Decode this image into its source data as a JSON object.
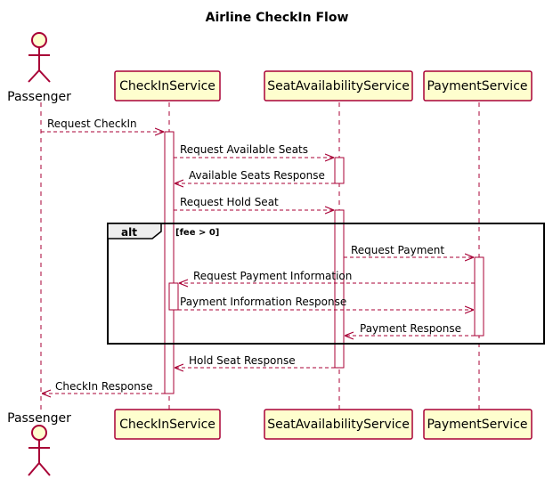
{
  "diagram": {
    "title": "Airline CheckIn Flow",
    "colors": {
      "line": "#A80036",
      "participant_fill": "#FEFECE",
      "frame_stroke": "#000000",
      "alt_tab_fill": "#EEEEEE",
      "activation_fill": "#FFFFFF"
    },
    "actor": {
      "name": "Passenger",
      "icon": "stick-figure-icon"
    },
    "participants": [
      {
        "name": "CheckInService"
      },
      {
        "name": "SeatAvailabilityService"
      },
      {
        "name": "PaymentService"
      }
    ],
    "alt": {
      "label": "alt",
      "guard": "[fee > 0]"
    },
    "messages": [
      {
        "label": "Request CheckIn",
        "from": "Passenger",
        "to": "CheckInService"
      },
      {
        "label": "Request Available Seats",
        "from": "CheckInService",
        "to": "SeatAvailabilityService"
      },
      {
        "label": "Available Seats Response",
        "from": "SeatAvailabilityService",
        "to": "CheckInService"
      },
      {
        "label": "Request Hold Seat",
        "from": "CheckInService",
        "to": "SeatAvailabilityService"
      },
      {
        "label": "Request Payment",
        "from": "SeatAvailabilityService",
        "to": "PaymentService"
      },
      {
        "label": "Request Payment Information",
        "from": "PaymentService",
        "to": "CheckInService"
      },
      {
        "label": "Payment Information Response",
        "from": "CheckInService",
        "to": "PaymentService"
      },
      {
        "label": "Payment Response",
        "from": "PaymentService",
        "to": "SeatAvailabilityService"
      },
      {
        "label": "Hold Seat Response",
        "from": "SeatAvailabilityService",
        "to": "CheckInService"
      },
      {
        "label": "CheckIn Response",
        "from": "CheckInService",
        "to": "Passenger"
      }
    ]
  }
}
